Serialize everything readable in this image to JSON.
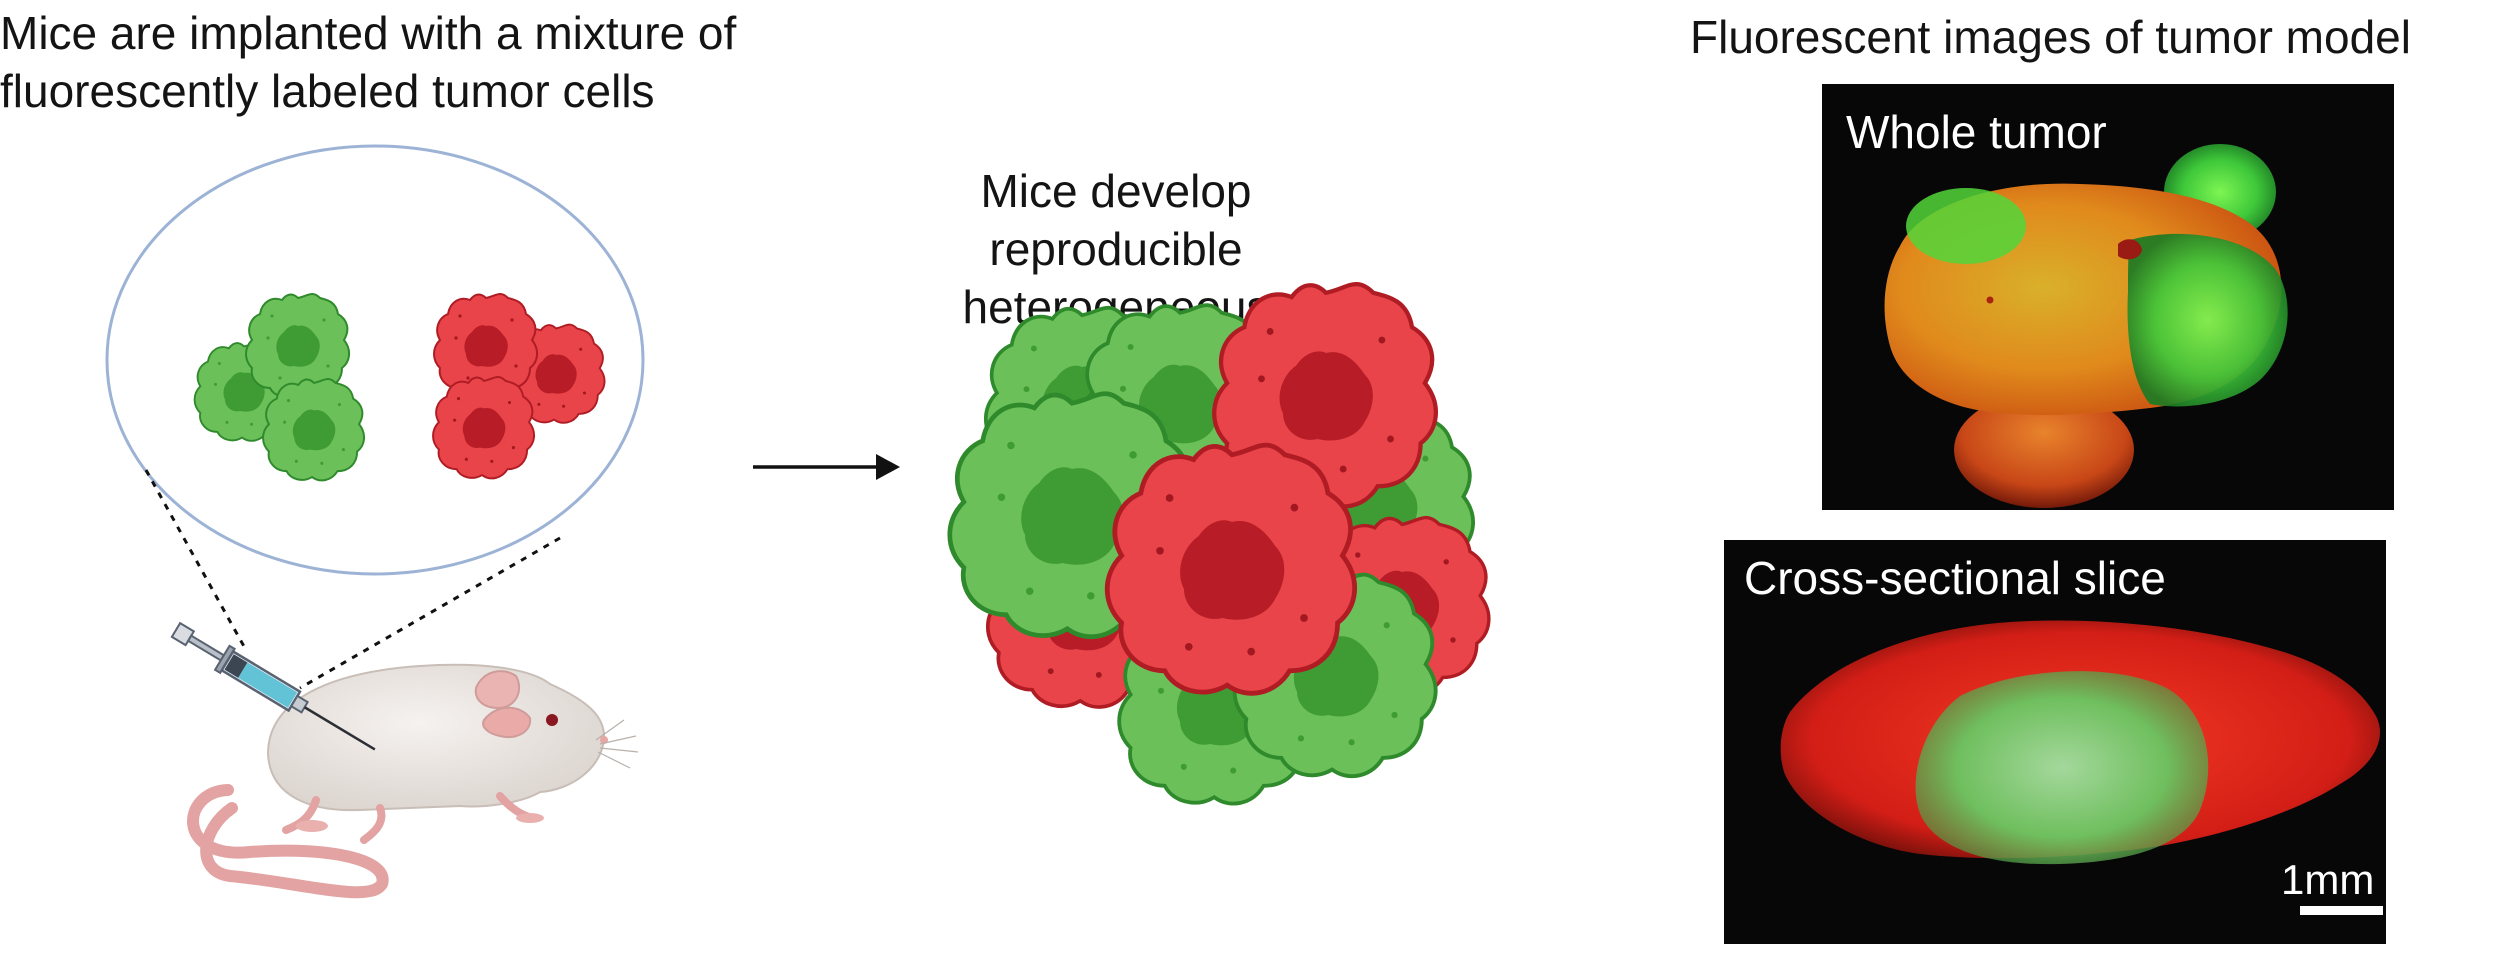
{
  "left_panel": {
    "title_line1": "Mice are implanted with a mixture of",
    "title_line2": "fluorescently labeled tumor cells"
  },
  "middle_panel": {
    "title_line1": "Mice develop reproducible",
    "title_line2": "heterogeneous tumors"
  },
  "right_panel": {
    "title": "Fluorescent images of tumor model",
    "top_image_label": "Whole tumor",
    "bottom_image_label": "Cross-sectional slice",
    "scale_bar_label": "1mm"
  },
  "colors": {
    "green_cell": "#6cc05a",
    "green_nucleus": "#3f9c35",
    "red_cell": "#e8444a",
    "red_nucleus": "#b81d27",
    "ellipse_outline": "#9db3d6",
    "photo_background": "#070707"
  },
  "icons": [
    "syringe-icon",
    "mouse-icon",
    "arrow-icon"
  ]
}
